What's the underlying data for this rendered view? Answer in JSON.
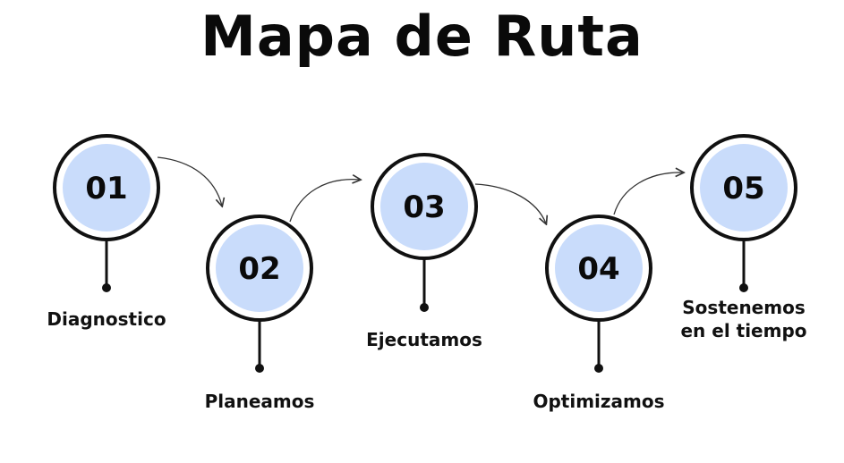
{
  "title": "Mapa de Ruta",
  "colors": {
    "circle_fill": "#c9dcfb",
    "stroke": "#111111",
    "text": "#0a0a0a"
  },
  "steps": [
    {
      "number": "01",
      "label_lines": [
        "Diagnostico"
      ]
    },
    {
      "number": "02",
      "label_lines": [
        "Planeamos"
      ]
    },
    {
      "number": "03",
      "label_lines": [
        "Ejecutamos"
      ]
    },
    {
      "number": "04",
      "label_lines": [
        "Optimizamos"
      ]
    },
    {
      "number": "05",
      "label_lines": [
        "Sostenemos",
        "en el tiempo"
      ]
    }
  ]
}
